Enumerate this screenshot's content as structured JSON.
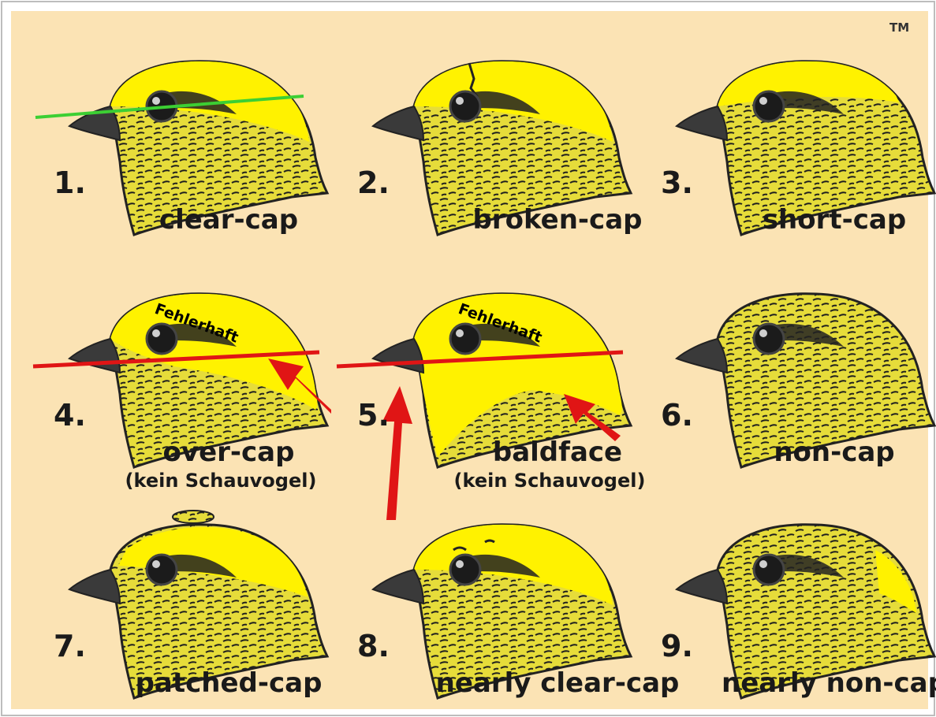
{
  "trademark": "TM",
  "colors": {
    "background": "#fbe3b4",
    "cap_yellow": "#fff200",
    "plumage": "#e6dc3a",
    "ink": "#222222",
    "guide_ok": "#3ccf33",
    "guide_fault": "#e01515"
  },
  "warning_label": "Fehlerhaft",
  "heads": [
    {
      "number": "1.",
      "name": "clear-cap",
      "note": "",
      "guide": "green",
      "arrows": 0,
      "cap": "full"
    },
    {
      "number": "2.",
      "name": "broken-cap",
      "note": "",
      "guide": "none",
      "arrows": 0,
      "cap": "broken"
    },
    {
      "number": "3.",
      "name": "short-cap",
      "note": "",
      "guide": "none",
      "arrows": 0,
      "cap": "short"
    },
    {
      "number": "4.",
      "name": "over-cap",
      "note": "(kein Schauvogel)",
      "guide": "red",
      "arrows": 1,
      "cap": "over"
    },
    {
      "number": "5.",
      "name": "baldface",
      "note": "(kein Schauvogel)",
      "guide": "red",
      "arrows": 2,
      "cap": "bald"
    },
    {
      "number": "6.",
      "name": "non-cap",
      "note": "",
      "guide": "none",
      "arrows": 0,
      "cap": "none"
    },
    {
      "number": "7.",
      "name": "patched-cap",
      "note": "",
      "guide": "none",
      "arrows": 0,
      "cap": "patched"
    },
    {
      "number": "8.",
      "name": "nearly clear-cap",
      "note": "",
      "guide": "none",
      "arrows": 0,
      "cap": "nearly"
    },
    {
      "number": "9.",
      "name": "nearly non-cap",
      "note": "",
      "guide": "none",
      "arrows": 0,
      "cap": "nearlynon"
    }
  ]
}
